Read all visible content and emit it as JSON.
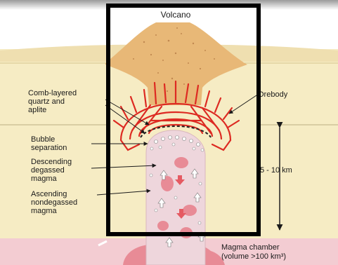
{
  "diagram": {
    "labels": {
      "volcano": "Volcano",
      "comb_line1": "Comb-layered",
      "comb_line2": "quartz and",
      "comb_line3": "aplite",
      "orebody": "Orebody",
      "bubble_line1": "Bubble",
      "bubble_line2": "separation",
      "desc_line1": "Descending",
      "desc_line2": "degassed",
      "desc_line3": "magma",
      "asc_line1": "Ascending",
      "asc_line2": "nondegassed",
      "asc_line3": "magma",
      "depth": "5 - 10 km",
      "chamber_line1": "Magma chamber",
      "chamber_line2": "(volume >100 km³)"
    },
    "colors": {
      "crust": "#f6ecc4",
      "crust_upper": "#f3e6b8",
      "volcano": "#e8b877",
      "conduit": "#eed6dc",
      "magma_blob": "#e88b96",
      "chamber": "#f3ccd2",
      "veins": "#dd2a22",
      "frame": "#000000"
    }
  }
}
